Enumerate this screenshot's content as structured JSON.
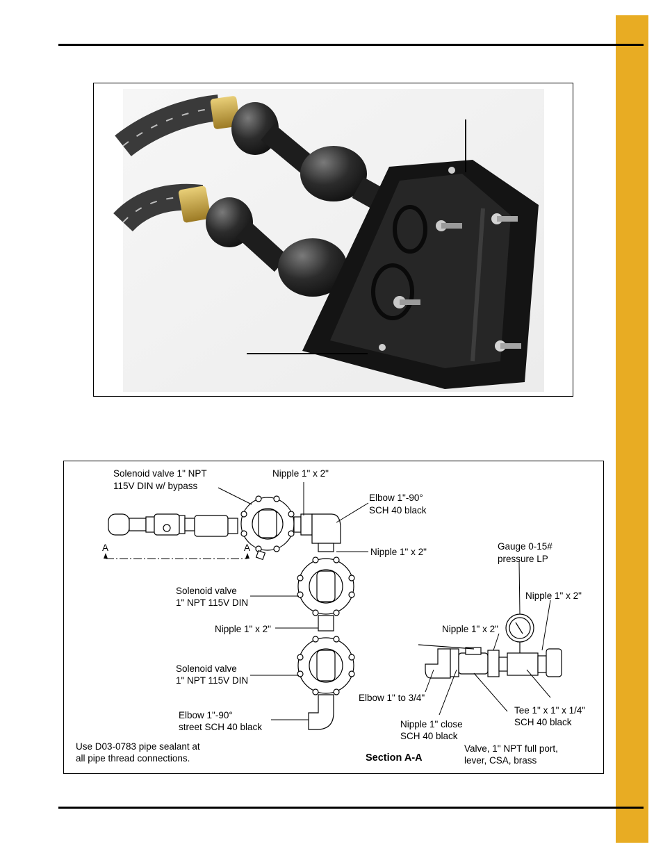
{
  "page": {
    "accent_color": "#e8ac23"
  },
  "labels": {
    "solenoid_bypass": [
      "Solenoid valve 1\" NPT",
      "115V DIN w/ bypass"
    ],
    "nipple_top": "Nipple 1\" x 2\"",
    "elbow_90": [
      "Elbow 1\"-90°",
      "SCH 40 black"
    ],
    "nipple_mid": "Nipple 1\" x 2\"",
    "section_a_left": "A",
    "section_a_right": "A",
    "gauge": [
      "Gauge 0-15#",
      "pressure LP"
    ],
    "solenoid_1": [
      "Solenoid valve",
      "1\" NPT 115V DIN"
    ],
    "nipple_right": "Nipple 1\" x 2\"",
    "nipple_lower": "Nipple 1\" x 2\"",
    "nipple_valve": "Nipple 1\" x 2\"",
    "solenoid_2": [
      "Solenoid valve",
      "1\" NPT 115V DIN"
    ],
    "elbow_reducer": "Elbow 1\" to 3/4\"",
    "elbow_street": [
      "Elbow 1\"-90°",
      "street SCH 40 black"
    ],
    "nipple_close": [
      "Nipple 1\" close",
      "SCH 40 black"
    ],
    "tee": [
      "Tee 1\" x 1\" x 1/4\"",
      "SCH 40 black"
    ],
    "sealant_note": [
      "Use D03-0783 pipe sealant at",
      "all pipe thread connections."
    ],
    "section_title": "Section A-A",
    "valve": [
      "Valve, 1\" NPT full port,",
      "lever, CSA, brass"
    ]
  }
}
